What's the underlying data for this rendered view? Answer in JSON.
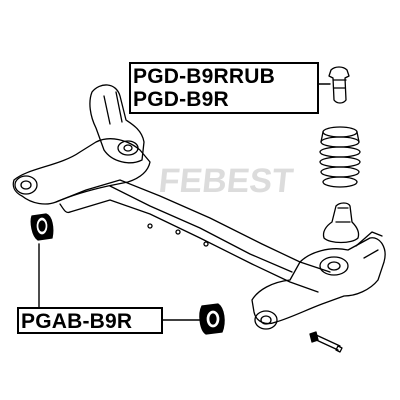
{
  "part_labels": {
    "top_line_1": "PGD-B9RRUB",
    "top_line_2": "PGD-B9R",
    "bottom": "PGAB-B9R"
  },
  "watermark": {
    "brand": "FEBEST"
  },
  "colors": {
    "line": "#000000",
    "background": "#ffffff",
    "watermark": "#d9d9d9"
  }
}
